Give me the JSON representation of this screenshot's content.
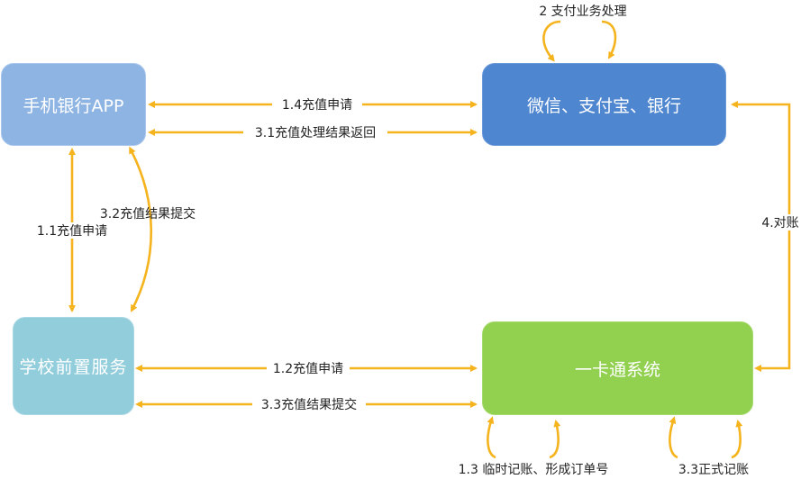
{
  "colors": {
    "arrow": "#f5b31e",
    "app_node": "#8eb4e3",
    "payment_node": "#4f86d0",
    "school_node": "#92cddc",
    "card_node": "#92d050",
    "node_text": "#ffffff",
    "label_text": "#222222"
  },
  "nodes": {
    "mobile_banking_app": "手机银行APP",
    "payment_providers": "微信、支付宝、银行",
    "school_front_service": "学校前置服务",
    "campus_card_system": "一卡通系统"
  },
  "edges": {
    "recharge_request_app_to_payment": "1.4充值申请",
    "result_return_payment_to_app": "3.1充值处理结果返回",
    "payment_business_processing": "2 支付业务处理",
    "reconciliation": "4.对账",
    "recharge_request_app_to_school": "1.1充值申请",
    "result_submit_app_to_school": "3.2充值结果提交",
    "recharge_request_school_to_card": "1.2充值申请",
    "result_submit_school_to_card": "3.3充值结果提交",
    "temp_booking_order_number": "1.3 临时记账、形成订单号",
    "formal_booking": "3.3正式记账"
  }
}
